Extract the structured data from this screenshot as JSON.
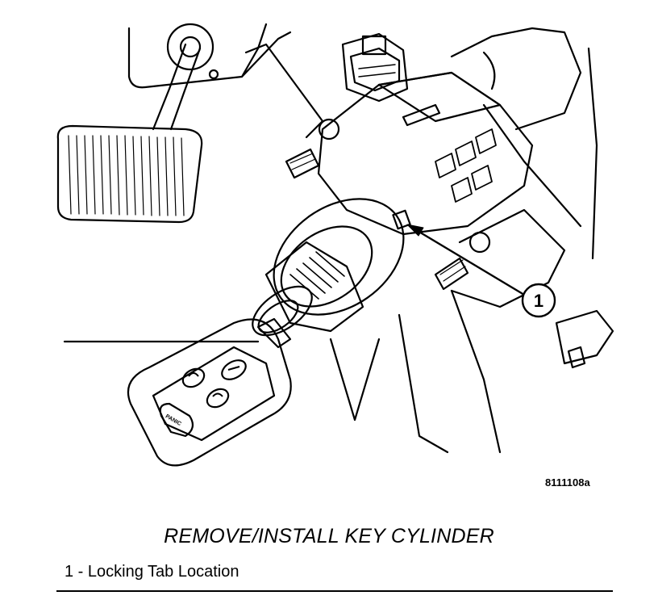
{
  "figure": {
    "callout_number": "1",
    "figure_id": "8111108a",
    "remote_panic_label": "PANIC"
  },
  "caption": "REMOVE/INSTALL KEY CYLINDER",
  "legend": [
    {
      "text": "1 - Locking Tab Location"
    }
  ]
}
